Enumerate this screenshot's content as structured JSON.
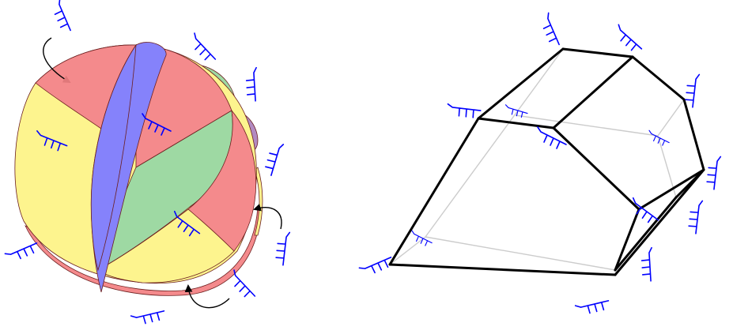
{
  "colors": {
    "red": "#f48a8c",
    "yellow": "#fdf48e",
    "green": "#9ed9a3",
    "blue": "#8582fb",
    "purple": "#b28ac1",
    "outline": "#6b1e1e",
    "tree": "#0000ff",
    "edge_front": "#000000",
    "edge_back": "#cccccc",
    "arrow": "#000000"
  },
  "left_figure": {
    "description_icon": "sphere-of-tree-regions-icon",
    "regions": [
      "red",
      "yellow",
      "green",
      "blue",
      "purple"
    ],
    "tree_glyph": "planar-tree-icon",
    "arrows": 3
  },
  "right_figure": {
    "description_icon": "associahedron-polytope-icon",
    "tree_glyph": "planar-tree-icon",
    "front_edges": 14,
    "back_edges": 6
  }
}
